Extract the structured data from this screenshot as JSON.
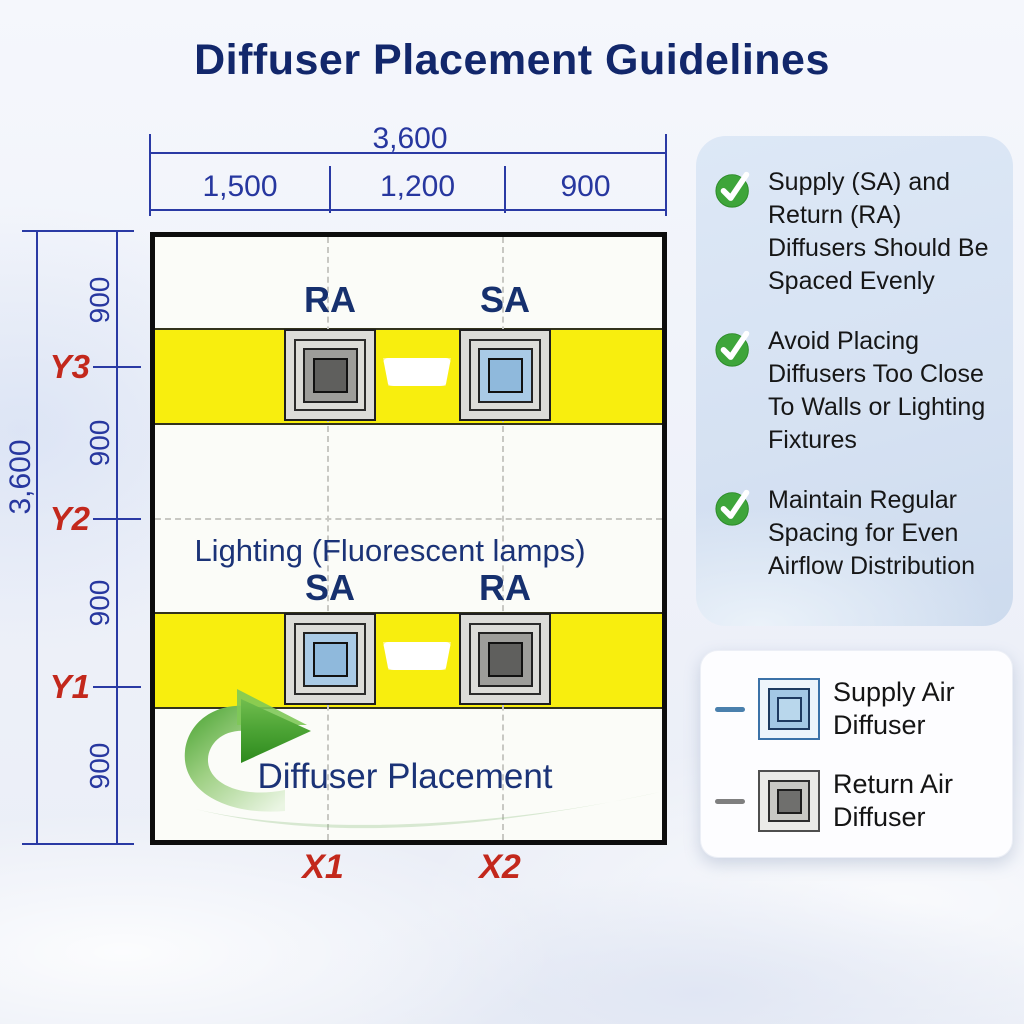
{
  "title": "Diffuser Placement Guidelines",
  "top_dimension": {
    "total": "3,600",
    "segments": [
      "1,500",
      "1,200",
      "900"
    ]
  },
  "left_dimension": {
    "total": "3,600",
    "segments": [
      "900",
      "900",
      "900",
      "900"
    ]
  },
  "axis_labels": {
    "rows": [
      "Y3",
      "Y2",
      "Y1"
    ],
    "cols": [
      "X1",
      "X2"
    ]
  },
  "plan": {
    "top_band_left": "RA",
    "top_band_right": "SA",
    "bottom_band_left": "SA",
    "bottom_band_right": "RA",
    "lighting_label": "Lighting (Fluorescent lamps)",
    "placement_label": "Diffuser Placement"
  },
  "checklist": [
    "Supply (SA) and Return (RA) Diffusers Should Be Spaced Evenly",
    "Avoid Placing Diffusers Too Close To Walls or Lighting Fixtures",
    "Maintain Regular Spacing for Even Airflow Distribution"
  ],
  "legend": {
    "supply_label": "Supply Air Diffuser",
    "return_label": "Return Air Diffuser"
  },
  "colors": {
    "title_navy": "#12276b",
    "dimension_blue": "#2a3aa4",
    "axis_red": "#c3281c",
    "band_yellow": "#f8ee0e",
    "supply_blue": "#a9cae6",
    "return_gray": "#5f5f5d",
    "check_green": "#3ea53a",
    "panel_blue": "#d8e3f3"
  }
}
